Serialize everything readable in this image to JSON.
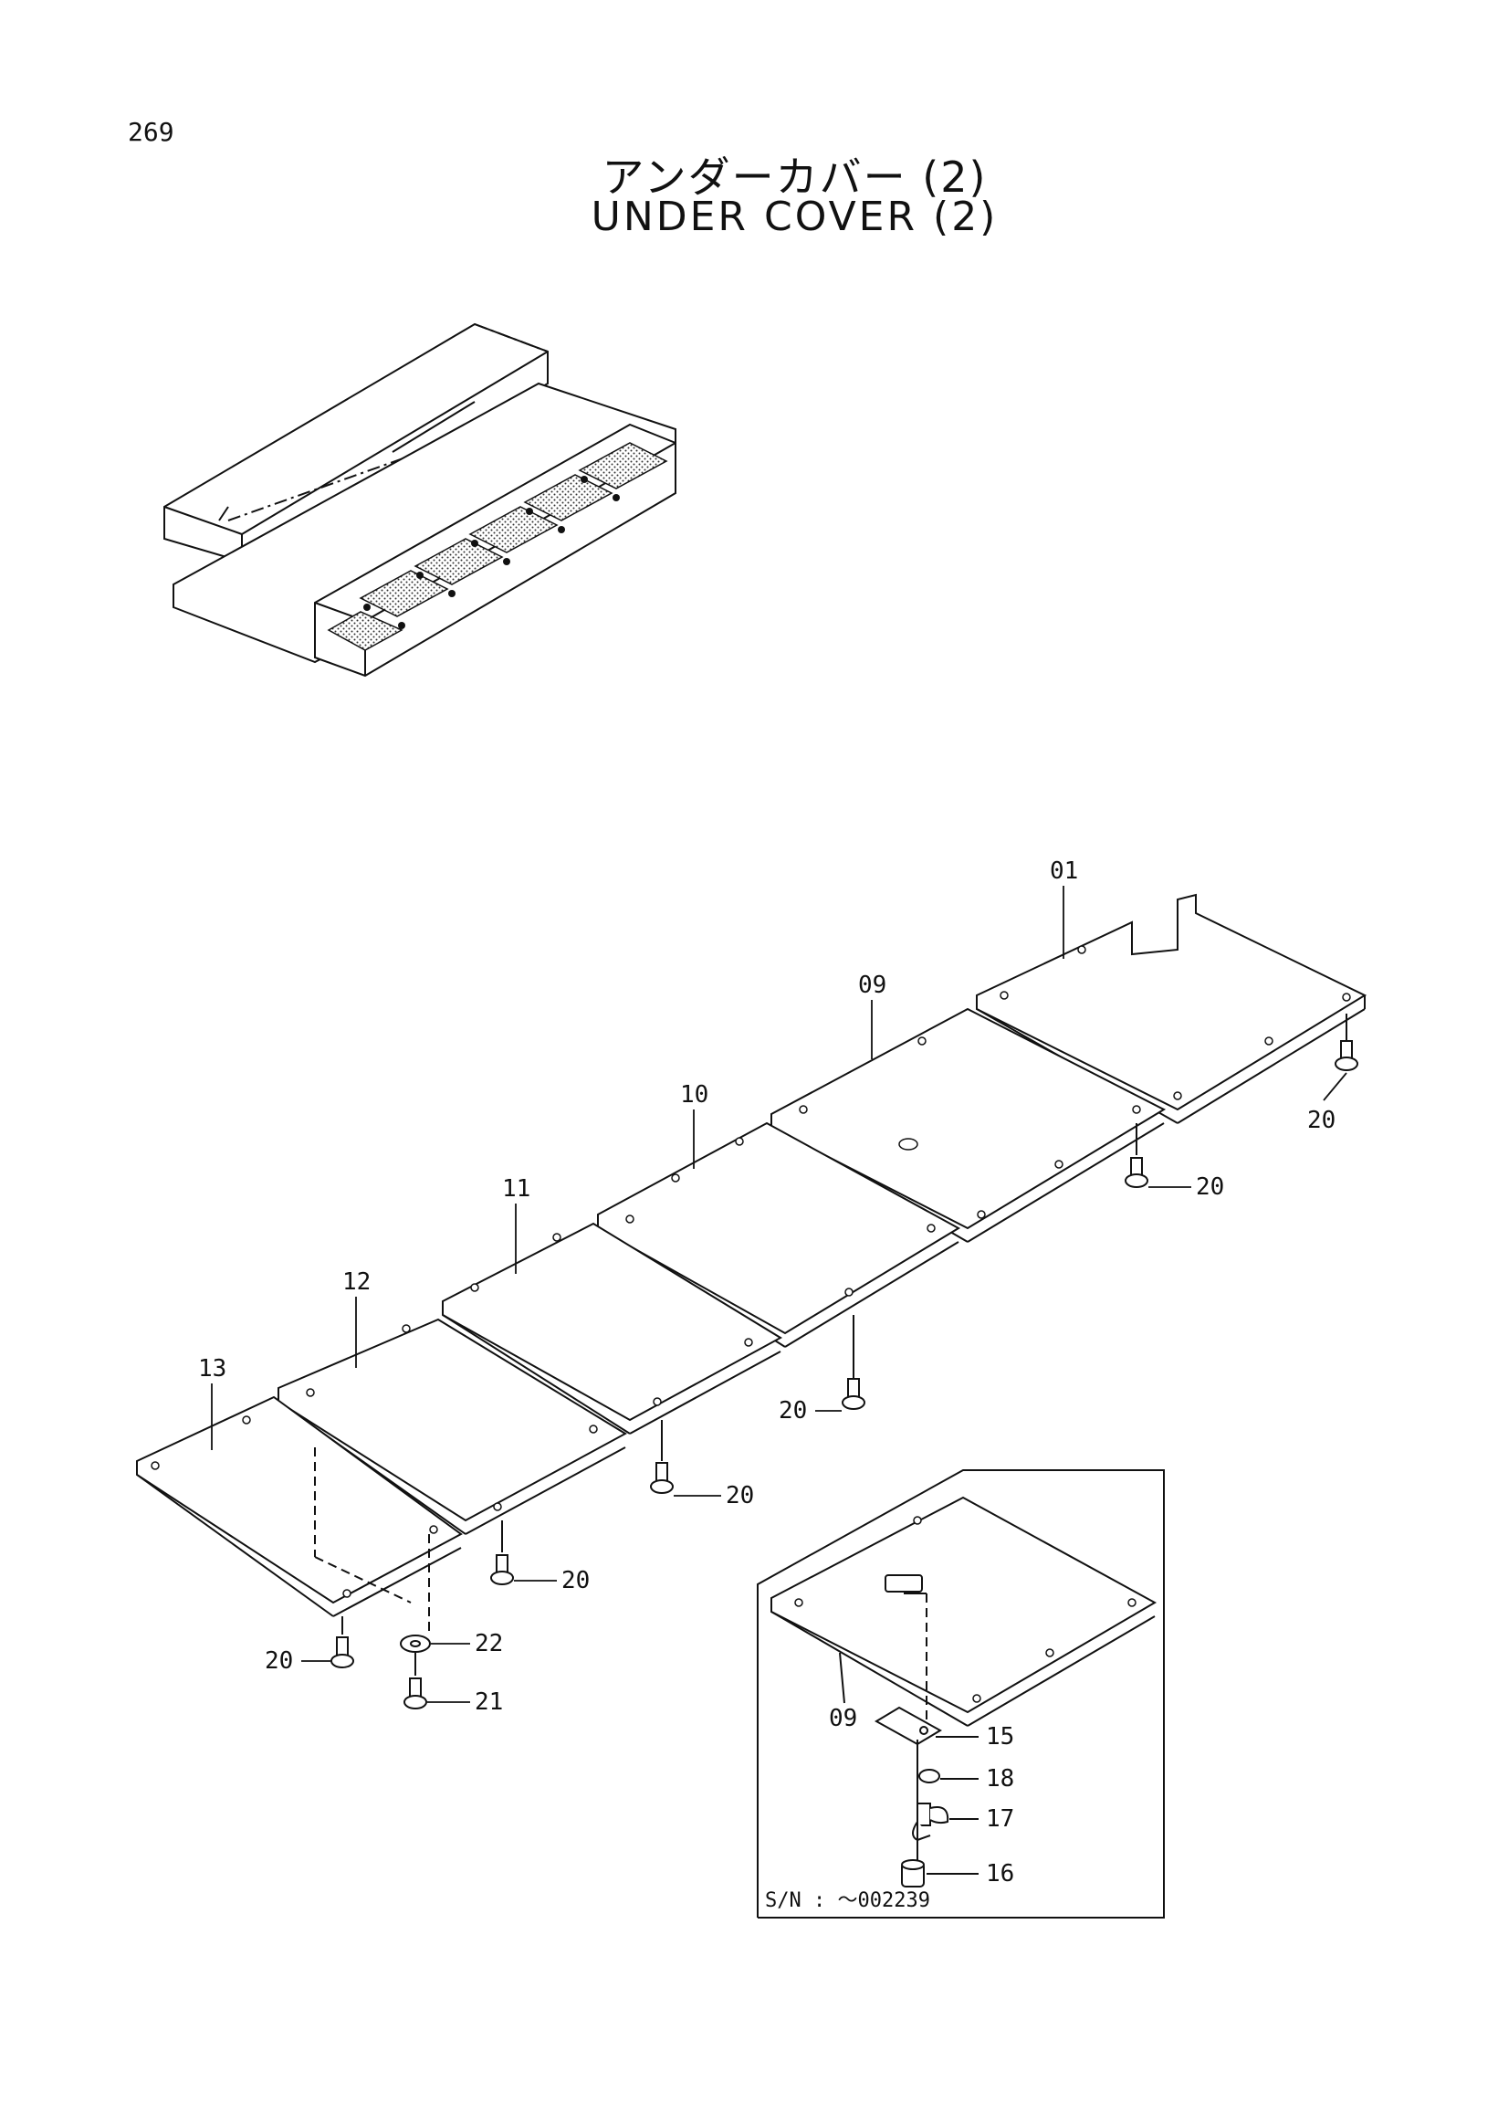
{
  "page": {
    "number": "269"
  },
  "title": {
    "japanese": "アンダーカバー (2)",
    "english": "UNDER COVER (2)"
  },
  "callouts": {
    "c01": "01",
    "c09": "09",
    "c10": "10",
    "c11": "11",
    "c12": "12",
    "c13": "13",
    "c20": "20",
    "c21": "21",
    "c22": "22",
    "c15": "15",
    "c16": "16",
    "c17": "17",
    "c18": "18"
  },
  "inset": {
    "part_label": "09",
    "serial_note": "S/N : ～002239"
  }
}
